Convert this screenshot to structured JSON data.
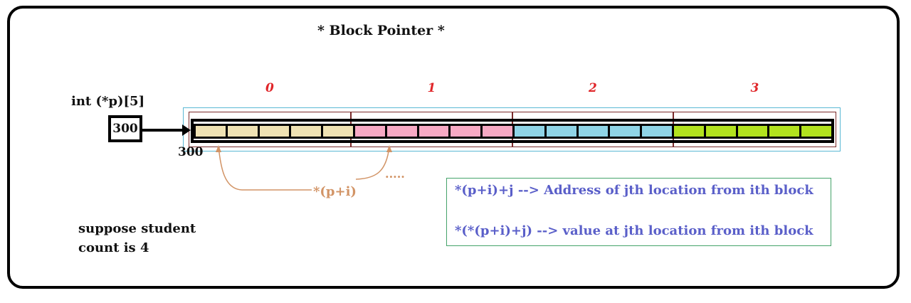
{
  "diagram": {
    "title": "* Block Pointer *",
    "declaration": "int (*p)[5]",
    "pointer_value": "300",
    "start_address_label": "300",
    "blocks": [
      {
        "index": "0",
        "fill": "#efe2b3",
        "cells": 5
      },
      {
        "index": "1",
        "fill": "#f7a9c4",
        "cells": 5
      },
      {
        "index": "2",
        "fill": "#8fd4e6",
        "cells": 5
      },
      {
        "index": "3",
        "fill": "#b2e21e",
        "cells": 5
      }
    ],
    "pointer_expression": "*(p+i)",
    "continuation": ".....",
    "note_lines": [
      "suppose student",
      "count is 4"
    ],
    "info_lines": [
      "*(p+i)+j --> Address of jth location from ith block",
      "*(*(p+i)+j) --> value at jth location from ith block"
    ],
    "colors": {
      "block_index": "#e0262a",
      "expression": "#d29466",
      "info_text": "#5a5fc9",
      "info_border": "#45a36a",
      "outer_border": "#5ab8d4",
      "block_border": "#7a2b2b"
    }
  }
}
